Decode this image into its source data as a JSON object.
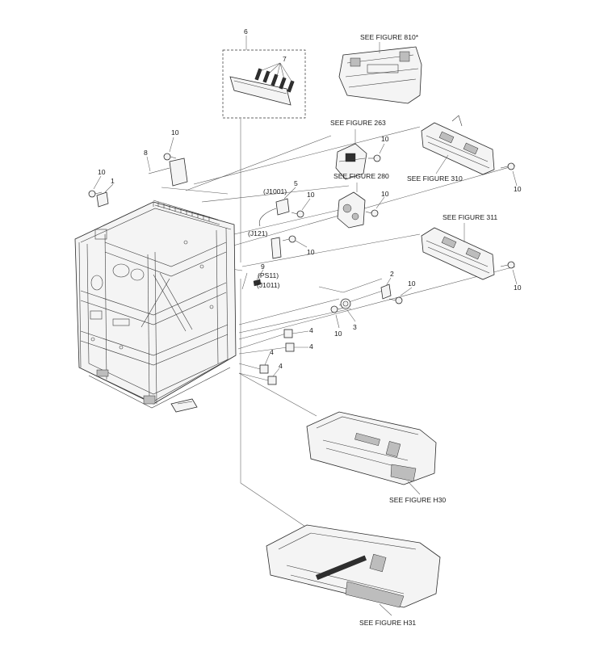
{
  "diagram": {
    "references": {
      "fig810": "SEE FIGURE 810*",
      "fig263": "SEE FIGURE 263",
      "fig280": "SEE FIGURE 280",
      "fig310": "SEE FIGURE 310",
      "fig311": "SEE FIGURE 311",
      "figH30": "SEE FIGURE H30",
      "figH31": "SEE FIGURE H31"
    },
    "callouts": {
      "c1": "1",
      "c2": "2",
      "c3": "3",
      "c4": "4",
      "c5": "5",
      "c6": "6",
      "c7": "7",
      "c8": "8",
      "c9": "9",
      "c10": "10"
    },
    "connectors": {
      "j1001": "(J1001)",
      "j121": "(J121)",
      "ps11": "(PS11)",
      "j1011": "(J1011)"
    }
  }
}
